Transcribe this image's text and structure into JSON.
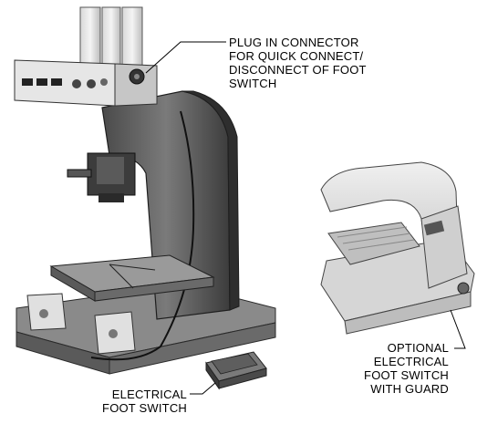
{
  "callouts": {
    "plug_connector": [
      "PLUG IN CONNECTOR",
      "FOR QUICK CONNECT/",
      "DISCONNECT OF FOOT",
      "SWITCH"
    ],
    "optional_switch": [
      "OPTIONAL",
      "ELECTRICAL",
      "FOOT SWITCH",
      "WITH GUARD"
    ],
    "electrical_switch": [
      "ELECTRICAL",
      "FOOT SWITCH"
    ]
  },
  "colors": {
    "machine_dark": "#3a3a3a",
    "machine_mid": "#6e6e6e",
    "machine_light": "#b4b4b4",
    "housing_light": "#e3e3e3",
    "leader_line": "#000000"
  }
}
